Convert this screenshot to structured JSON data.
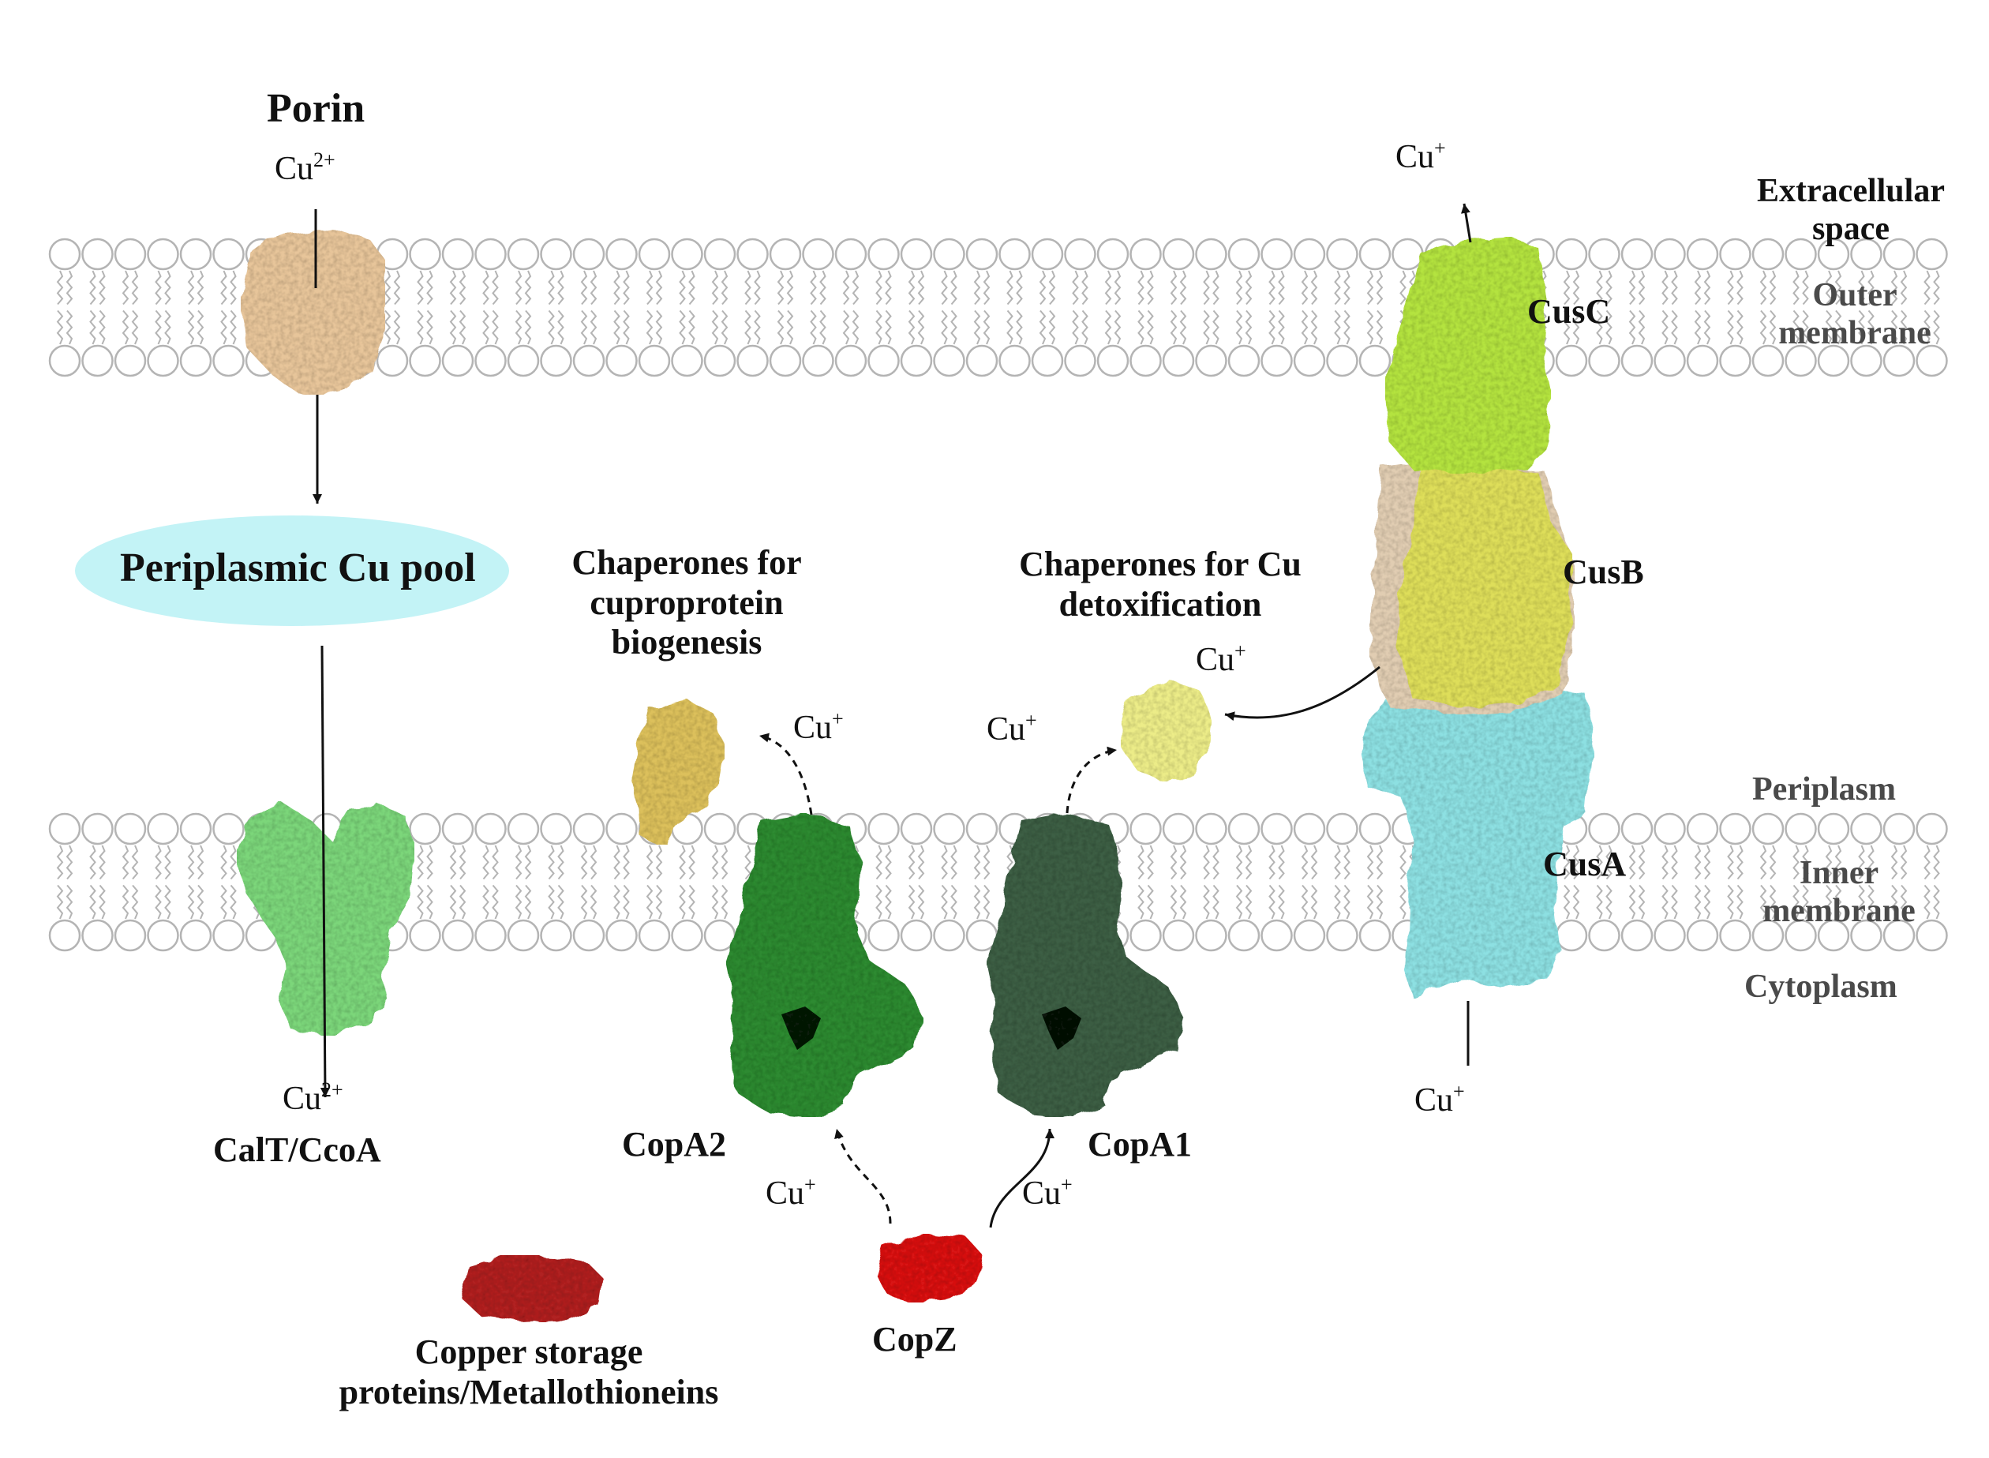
{
  "colors": {
    "lipid_head": "#ffffff",
    "lipid_stroke": "#b4b4b4",
    "porin": "#e7c59a",
    "periplasmic_pool": "#c3f3f6",
    "calt_ccoa": "#7cd67a",
    "copa2": "#2f8a32",
    "copa1": "#3d5e45",
    "copz": "#d81414",
    "storage": "#b02424",
    "chaperone_biogenesis": "#dcc05c",
    "chaperone_detox": "#ecec88",
    "cusc": "#b4e33f",
    "cusb": "#dede5a",
    "cusb_tan": "#e1cdb2",
    "cusa": "#8de0e2"
  },
  "labels": {
    "porin": "Porin",
    "porin_ion": "Cu",
    "porin_ion_charge": "2+",
    "periplasmic_pool": "Periplasmic Cu pool",
    "calt_ion": "Cu",
    "calt_ion_charge": "2+",
    "calt": "CalT/CcoA",
    "chaperone_bio_line1": "Chaperones for",
    "chaperone_bio_line2": "cuproprotein",
    "chaperone_bio_line3": "biogenesis",
    "chaperone_detox_line1": "Chaperones for Cu",
    "chaperone_detox_line2": "detoxification",
    "cu_plus_ion": "Cu",
    "cu_plus_charge": "+",
    "copa2": "CopA2",
    "copa1": "CopA1",
    "copz": "CopZ",
    "storage_line1": "Copper storage",
    "storage_line2": "proteins/Metallothioneins",
    "cusc": "CusC",
    "cusb": "CusB",
    "cusa": "CusA",
    "extracellular_line1": "Extracellular",
    "extracellular_line2": "space",
    "outer_line1": "Outer",
    "outer_line2": "membrane",
    "periplasm": "Periplasm",
    "inner_line1": "Inner",
    "inner_line2": "membrane",
    "cytoplasm": "Cytoplasm"
  }
}
